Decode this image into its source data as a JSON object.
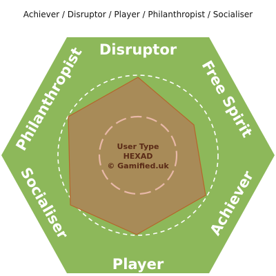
{
  "title": "Achiever / Disruptor / Player / Philanthropist / Socialiser",
  "segments": {
    "disruptor": "Disruptor",
    "free_spirit": "Free Spirit",
    "achiever": "Achiever",
    "player": "Player",
    "socialiser": "Socialiser",
    "philanthropist": "Philanthropist"
  },
  "center": {
    "line1": "User Type",
    "line2": "HEXAD",
    "line3": "© Gamified.uk"
  },
  "colors": {
    "hexagon_fill": "#8db85a",
    "label_text": "#ffffff",
    "profile_fill": "#a88b58",
    "profile_stroke": "#b5652a",
    "dashed_circle": "#ffffff",
    "inner_dashed_circle": "#e8b8a8",
    "center_text": "#5a2a16"
  }
}
